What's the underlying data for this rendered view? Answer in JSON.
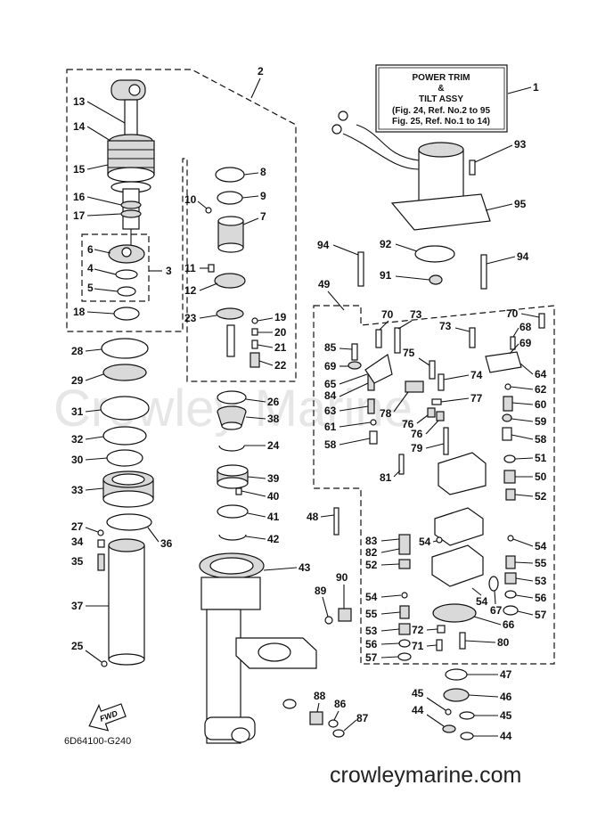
{
  "title_box": {
    "line1": "POWER TRIM",
    "line2": "&",
    "line3": "TILT ASSY",
    "line4": "(Fig. 24, Ref. No.2 to 95",
    "line5": "Fig. 25, Ref. No.1 to 14)"
  },
  "diagram_code": "6D64100-G240",
  "site_footer": "crowleymarine.com",
  "watermark": "Crowley Marine",
  "fwd_label": "FWD",
  "callouts": {
    "c1": "1",
    "c2": "2",
    "c3": "3",
    "c5": "5",
    "c4": "4",
    "c6": "6",
    "c7": "7",
    "c8": "8",
    "c9": "9",
    "c10": "10",
    "c11": "11",
    "c12": "12",
    "c13": "13",
    "c14": "14",
    "c15": "15",
    "c16": "16",
    "c17": "17",
    "c18": "18",
    "c19": "19",
    "c20": "20",
    "c21": "21",
    "c22": "22",
    "c23": "23",
    "c24": "24",
    "c25": "25",
    "c26": "26",
    "c27": "27",
    "c28": "28",
    "c29": "29",
    "c30": "30",
    "c31": "31",
    "c32": "32",
    "c33": "33",
    "c34": "34",
    "c35": "35",
    "c36": "36",
    "c37": "37",
    "c38": "38",
    "c39": "39",
    "c40": "40",
    "c41": "41",
    "c42": "42",
    "c43": "43",
    "c44a": "44",
    "c44b": "44",
    "c45a": "45",
    "c45b": "45",
    "c46": "46",
    "c47": "47",
    "c48": "48",
    "c49": "49",
    "c50": "50",
    "c51": "51",
    "c52a": "52",
    "c52b": "52",
    "c53a": "53",
    "c53b": "53",
    "c54a": "54",
    "c54b": "54",
    "c54c": "54",
    "c54d": "54",
    "c55a": "55",
    "c55b": "55",
    "c56a": "56",
    "c56b": "56",
    "c57a": "57",
    "c57b": "57",
    "c58a": "58",
    "c58b": "58",
    "c59": "59",
    "c60": "60",
    "c61": "61",
    "c62": "62",
    "c63": "63",
    "c64": "64",
    "c65": "65",
    "c66": "66",
    "c67": "67",
    "c68": "68",
    "c69a": "69",
    "c69b": "69",
    "c70a": "70",
    "c70b": "70",
    "c71": "71",
    "c72": "72",
    "c73a": "73",
    "c73b": "73",
    "c74": "74",
    "c75": "75",
    "c76a": "76",
    "c76b": "76",
    "c77": "77",
    "c78": "78",
    "c79": "79",
    "c80": "80",
    "c81": "81",
    "c82": "82",
    "c83": "83",
    "c84": "84",
    "c85": "85",
    "c86": "86",
    "c87": "87",
    "c88": "88",
    "c89": "89",
    "c90": "90",
    "c91": "91",
    "c92": "92",
    "c93": "93",
    "c94a": "94",
    "c94b": "94",
    "c95": "95"
  }
}
